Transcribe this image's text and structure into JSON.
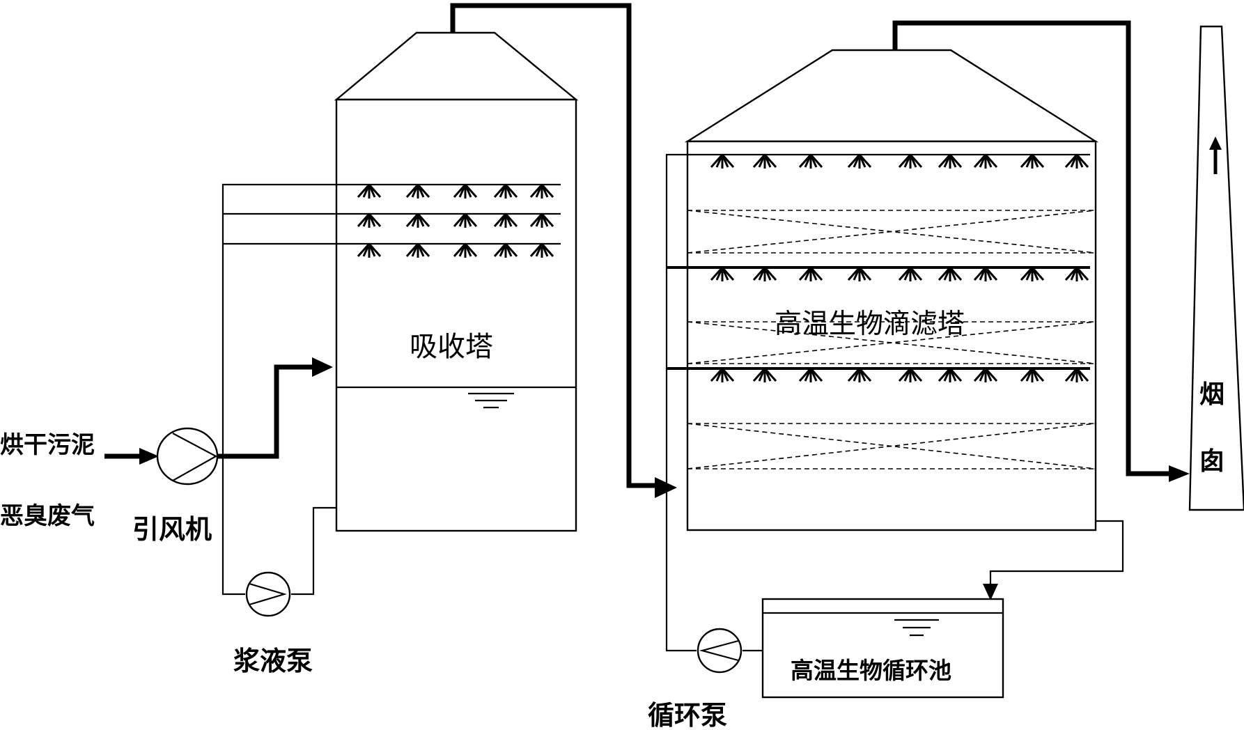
{
  "diagram": {
    "labels": {
      "inlet_line1": "烘干污泥",
      "inlet_line2": "恶臭废气",
      "fan": "引风机",
      "absorption_tower": "吸收塔",
      "slurry_pump": "浆液泵",
      "bio_trickling_tower": "高温生物滴滤塔",
      "circulation_tank": "高温生物循环池",
      "circulation_pump": "循环泵",
      "chimney_char1": "烟",
      "chimney_char2": "囱"
    }
  }
}
